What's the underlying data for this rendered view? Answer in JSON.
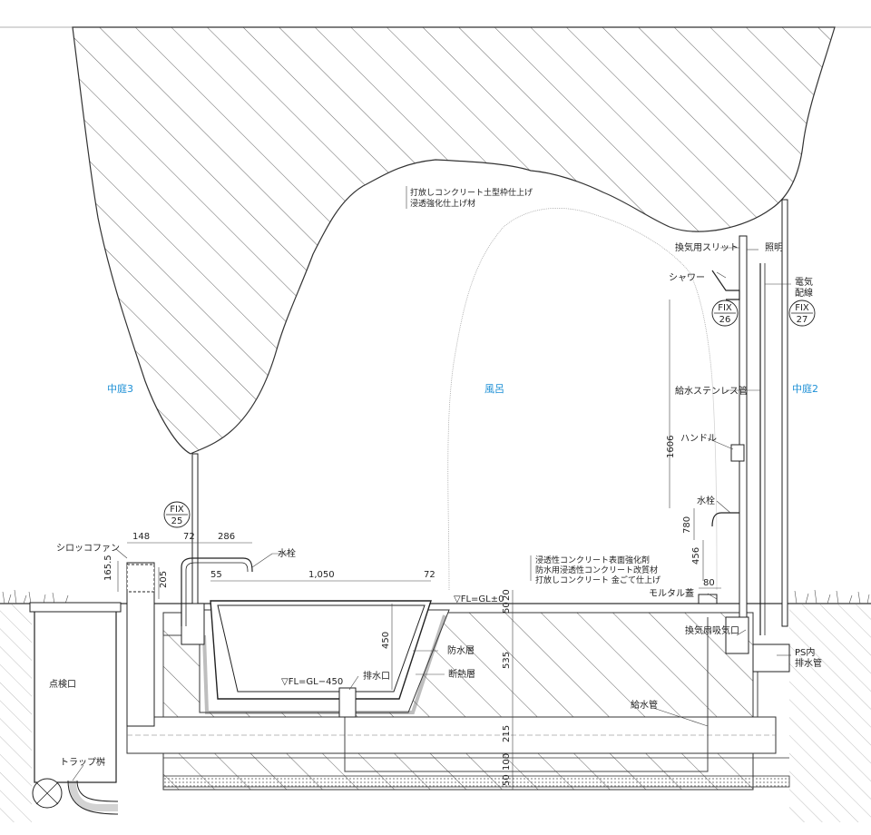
{
  "spaces": {
    "courtyard_left": "中庭3",
    "bath": "風呂",
    "courtyard_right": "中庭2"
  },
  "fixtures": {
    "fix25": {
      "code": "FIX",
      "num": "25"
    },
    "fix26": {
      "code": "FIX",
      "num": "26"
    },
    "fix27": {
      "code": "FIX",
      "num": "27"
    }
  },
  "labels": {
    "ceiling_finish_1": "打放しコンクリート土型枠仕上げ",
    "ceiling_finish_2": "浸透強化仕上げ材",
    "vent_slit": "換気用スリット",
    "lighting": "照明",
    "shower": "シャワー",
    "electrical_1": "電気",
    "electrical_2": "配線",
    "supply_stainless": "給水ステンレス管",
    "handle": "ハンドル",
    "faucet_right": "水栓",
    "sirocco_fan": "シロッコファン",
    "faucet_left": "水栓",
    "floor_finish_1": "浸透性コンクリート表面強化剤",
    "floor_finish_2": "防水用浸透性コンクリート改質材",
    "floor_finish_3": "打放しコンクリート 金ごて仕上げ",
    "fl_top": "▽FL=GL±0",
    "mortar_cap": "モルタル蓋",
    "vent_intake": "換気扇吸気口",
    "ps_1": "PS内",
    "ps_2": "排水管",
    "waterproof": "防水層",
    "insulation": "断熱層",
    "drain": "排水口",
    "fl_bottom": "▽FL=GL−450",
    "inspection": "点検口",
    "supply_pipe": "給水管",
    "trap": "トラップ桝"
  },
  "dimensions": {
    "d148": "148",
    "d72a": "72",
    "d286": "286",
    "d1655": "165.5",
    "d205": "205",
    "d55": "55",
    "d1050": "1,050",
    "d72b": "72",
    "d450": "450",
    "d20": "20",
    "d50a": "50",
    "d535": "535",
    "d215": "215",
    "d100": "100",
    "d50b": "50",
    "d1606": "1606",
    "d780": "780",
    "d456": "456",
    "d80": "80"
  },
  "colors": {
    "line": "#333333",
    "space_label": "#1e90d6",
    "hatch": "#555555"
  }
}
